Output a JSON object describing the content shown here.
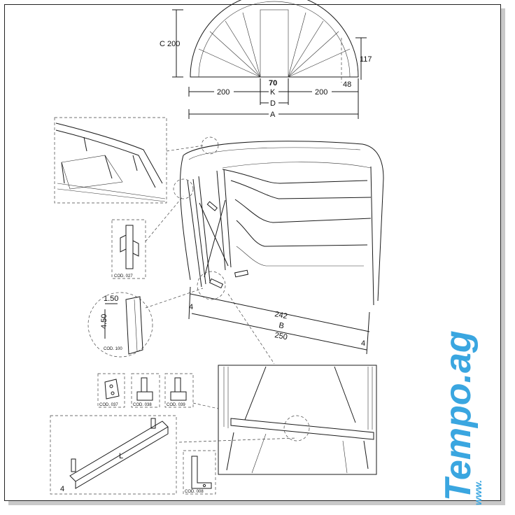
{
  "dimensions": {
    "c200": "C 200",
    "h117": "117",
    "w70": "70",
    "w48": "48",
    "left200": "200",
    "right200": "200",
    "k": "K",
    "d": "D",
    "a": "A",
    "w242": "242",
    "b": "B",
    "w250": "250",
    "w4left": "4",
    "w4right": "4",
    "p150": "1.50",
    "p450": "4.50",
    "bar_l": "L",
    "bar_4": "4"
  },
  "part_codes": {
    "c027": "COD. 027",
    "c100": "COD. 100",
    "c037": "COD. 037",
    "c038": "COD. 038",
    "c039": "COD. 039",
    "c008": "COD. 008"
  },
  "logo": {
    "text": "Tempo.ag",
    "prefix": "www.",
    "color": "#3aa6e0"
  }
}
